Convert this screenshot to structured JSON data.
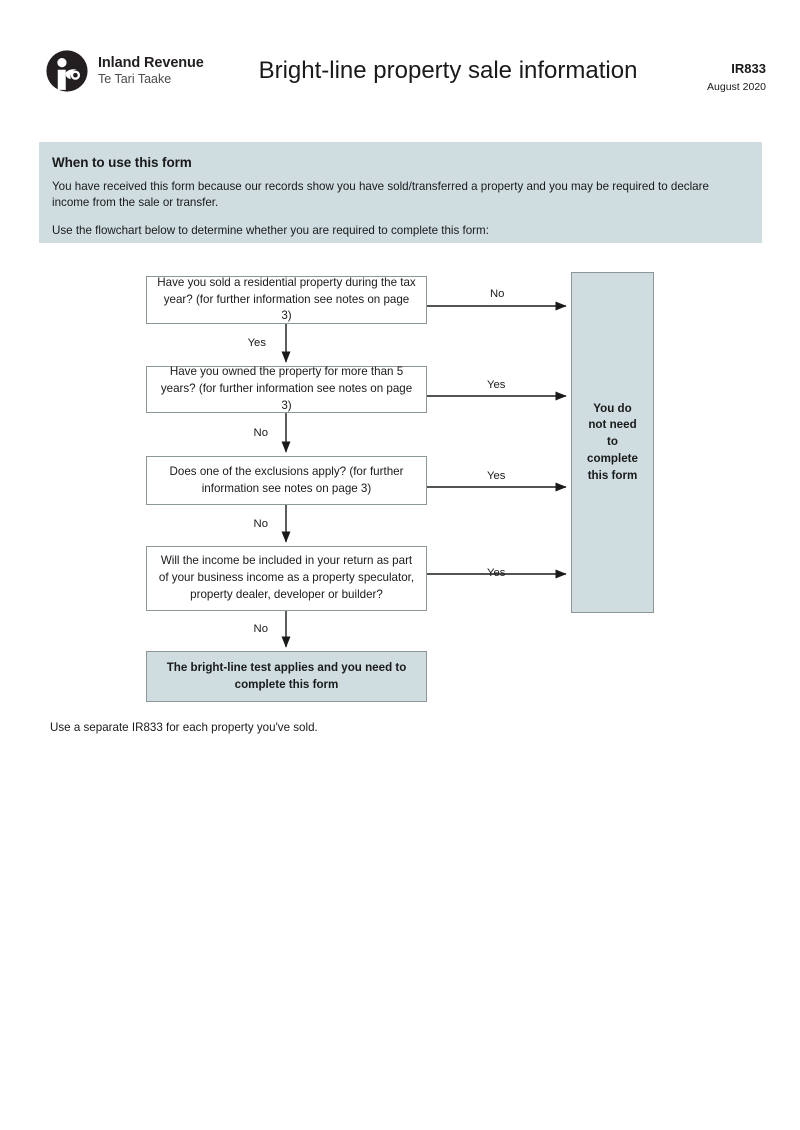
{
  "header": {
    "logo": {
      "icon": "inland-revenue-koru-logo",
      "title": "Inland Revenue",
      "subtitle": "Te Tari Taake"
    },
    "document_title": "Bright-line property sale information",
    "form_code": "IR833",
    "form_date": "August 2020"
  },
  "info_banner": {
    "heading": "When to use this form",
    "paragraph_1": "You have received this form because our records show you have sold/transferred a property and you may be required to declare income from the sale or transfer.",
    "paragraph_2": "Use the flowchart below to determine whether you are required to complete this form:"
  },
  "flowchart": {
    "nodes": [
      {
        "id": "q1",
        "text": "Have you sold a residential property during the tax year? (for further information see notes on page 3)"
      },
      {
        "id": "q2",
        "text": "Have you owned the property for more than 5 years? (for further information see notes on page 3)"
      },
      {
        "id": "q3",
        "text": "Does one of the exclusions apply? (for further information see notes on page 3)"
      },
      {
        "id": "q4",
        "text": "Will the income be included in your return as part of your business income as a property speculator, property dealer, developer or builder?"
      },
      {
        "id": "result",
        "text": "The bright-line test applies and you need to complete this form"
      },
      {
        "id": "exit",
        "text": "You do not need to complete this form"
      }
    ],
    "edge_labels": {
      "q1_right": "No",
      "q1_down": "Yes",
      "q2_right": "Yes",
      "q2_down": "No",
      "q3_right": "Yes",
      "q3_down": "No",
      "q4_right": "Yes",
      "q4_down": "No"
    }
  },
  "footer": {
    "note": "Use a separate IR833 for each property you've sold."
  },
  "colors": {
    "shade": "#cfdde0",
    "border": "#8d9699",
    "text": "#1a1a1a",
    "logo": "#231f20"
  }
}
